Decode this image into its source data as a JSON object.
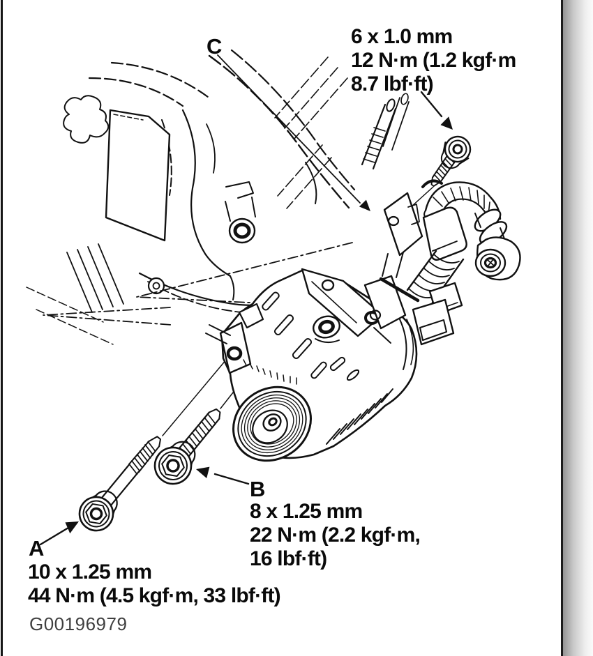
{
  "figure": {
    "id_code": "G00196979",
    "callout_c": {
      "label": "C"
    },
    "callout_bolt_top": {
      "line1": "6 x 1.0 mm",
      "line2": "12 N·m (1.2 kgf·m",
      "line3": "8.7 lbf·ft)"
    },
    "callout_b": {
      "label": "B",
      "line1": "8 x 1.25 mm",
      "line2": "22 N·m (2.2 kgf·m,",
      "line3": "16 lbf·ft)"
    },
    "callout_a": {
      "label": "A",
      "line1": "10 x 1.25 mm",
      "line2": "44 N·m (4.5 kgf·m, 33 lbf·ft)"
    },
    "colors": {
      "line": "#111111",
      "text": "#0a0a0a",
      "figure_id": "#3f3f3f",
      "edge_shadow": "#939393",
      "page_background": "#ffffff"
    }
  }
}
